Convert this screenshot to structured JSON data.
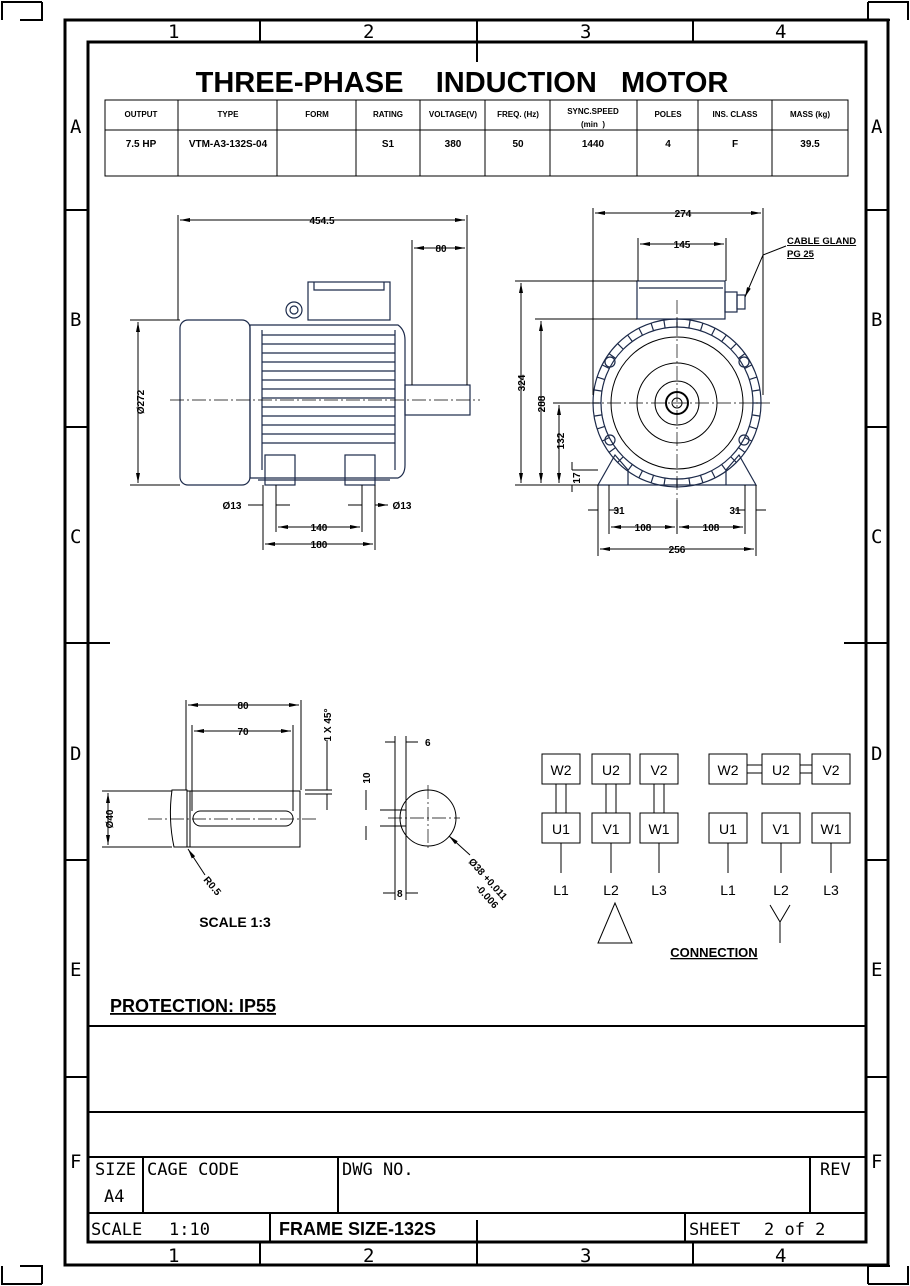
{
  "title": "THREE-PHASE    INDUCTION   MOTOR",
  "grid": {
    "columns": [
      "1",
      "2",
      "3",
      "4"
    ],
    "rows": [
      "A",
      "B",
      "C",
      "D",
      "E",
      "F"
    ]
  },
  "spec_table": {
    "headers": [
      "OUTPUT",
      "TYPE",
      "FORM",
      "RATING",
      "VOLTAGE(V)",
      "FREQ. (Hz)",
      "SYNC.SPEED",
      "POLES",
      "INS. CLASS",
      "MASS (kg)"
    ],
    "header_sub": "(min  )",
    "values": [
      "7.5 HP",
      "VTM-A3-132S-04",
      "",
      "S1",
      "380",
      "50",
      "1440",
      "4",
      "F",
      "39.5"
    ]
  },
  "front_view": {
    "overall_length": "454.5",
    "shaft_length": "80",
    "fan_cover_dia": "Ø272",
    "foot_hole_left": "Ø13",
    "foot_hole_right": "Ø13",
    "foot_hole_spacing": "140",
    "foot_length": "180"
  },
  "side_view": {
    "overall_width": "274",
    "terminal_box_width": "145",
    "cable_gland_label": "CABLE GLAND",
    "cable_gland_size": "PG 25",
    "overall_height": "324",
    "frame_top_height": "288",
    "shaft_height": "132",
    "foot_thickness": "17",
    "foot_width_left": "31",
    "foot_width_right": "31",
    "half_spacing_left": "108",
    "half_spacing_right": "108",
    "base_width": "256"
  },
  "shaft_detail": {
    "shaft_length": "80",
    "key_length": "70",
    "chamfer": "1 X 45°",
    "shaft_dia": "Ø40",
    "fillet": "R0.5",
    "scale_label": "SCALE 1:3",
    "key_width": "6",
    "key_height": "10",
    "key_depth": "8",
    "shaft_dia_tol": "Ø38 +0.011",
    "shaft_dia_tol_lower": "-0.006"
  },
  "connection": {
    "delta": {
      "top": [
        "W2",
        "U2",
        "V2"
      ],
      "bottom": [
        "U1",
        "V1",
        "W1"
      ],
      "lines": [
        "L1",
        "L2",
        "L3"
      ]
    },
    "star": {
      "top": [
        "W2",
        "U2",
        "V2"
      ],
      "bottom": [
        "U1",
        "V1",
        "W1"
      ],
      "lines": [
        "L1",
        "L2",
        "L3"
      ]
    },
    "label": "CONNECTION"
  },
  "protection": "PROTECTION: IP55",
  "title_block": {
    "size_label": "SIZE",
    "size_value": "A4",
    "cage_code_label": "CAGE CODE",
    "dwg_no_label": "DWG NO.",
    "rev_label": "REV",
    "scale_label": "SCALE",
    "scale_value": "1:10",
    "frame_size": "FRAME SIZE-132S",
    "sheet_label": "SHEET",
    "sheet_value": "2 of 2"
  }
}
